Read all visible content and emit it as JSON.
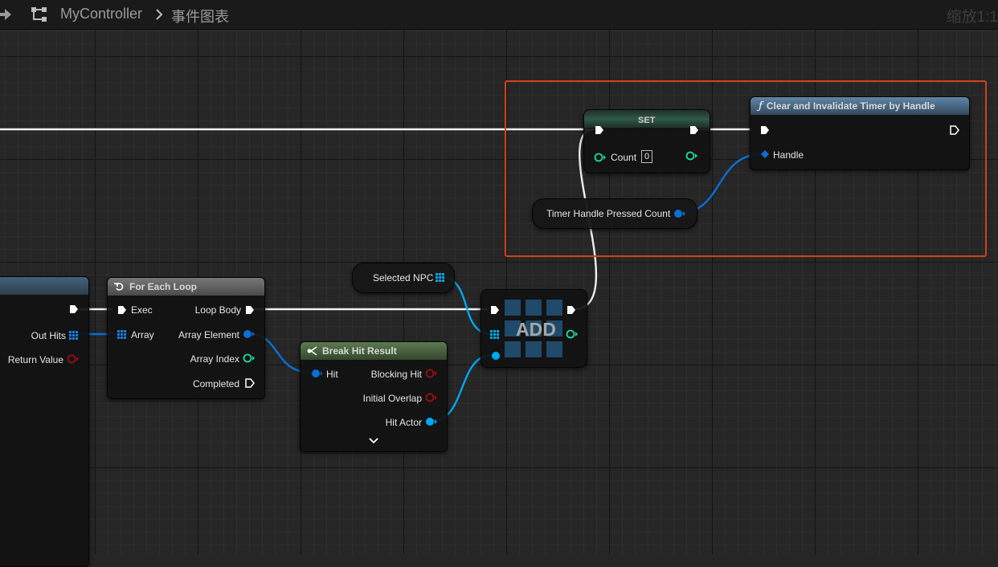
{
  "header": {
    "breadcrumb_root": "MyController",
    "breadcrumb_current": "事件图表",
    "zoom": "缩放1:1"
  },
  "nodes": {
    "left_partial": {
      "out_hits": "Out Hits",
      "return_value": "Return Value"
    },
    "for_each_loop": {
      "title": "For Each Loop",
      "exec": "Exec",
      "array": "Array",
      "loop_body": "Loop Body",
      "array_element": "Array Element",
      "array_index": "Array Index",
      "completed": "Completed"
    },
    "break_hit_result": {
      "title": "Break Hit Result",
      "hit": "Hit",
      "blocking_hit": "Blocking Hit",
      "initial_overlap": "Initial Overlap",
      "hit_actor": "Hit Actor"
    },
    "selected_npc": {
      "label": "Selected NPC"
    },
    "add": {
      "title": "ADD"
    },
    "set": {
      "title": "SET",
      "count_label": "Count",
      "count_value": "0"
    },
    "timer_handle_getter": {
      "label": "Timer Handle Pressed Count"
    },
    "clear_timer": {
      "title": "Clear and Invalidate Timer by Handle",
      "handle": "Handle"
    }
  },
  "colors": {
    "exec_wire": "#ffffff",
    "struct_pin": "#0a6fd6",
    "object_pin": "#00a8f0",
    "int_pin": "#1fd9a0",
    "bool_pin": "#9a0f0f",
    "selection": "#d0421b",
    "function_header": "#4a6e8c",
    "pure_header": "#4a6a3c",
    "loop_header": "#5a5a5a",
    "set_header": "#2a4a3a"
  },
  "icons": [
    "back-arrow-icon",
    "graph-icon",
    "chevron-right-icon",
    "loop-icon",
    "break-struct-icon",
    "function-icon",
    "expand-chevron-icon"
  ]
}
